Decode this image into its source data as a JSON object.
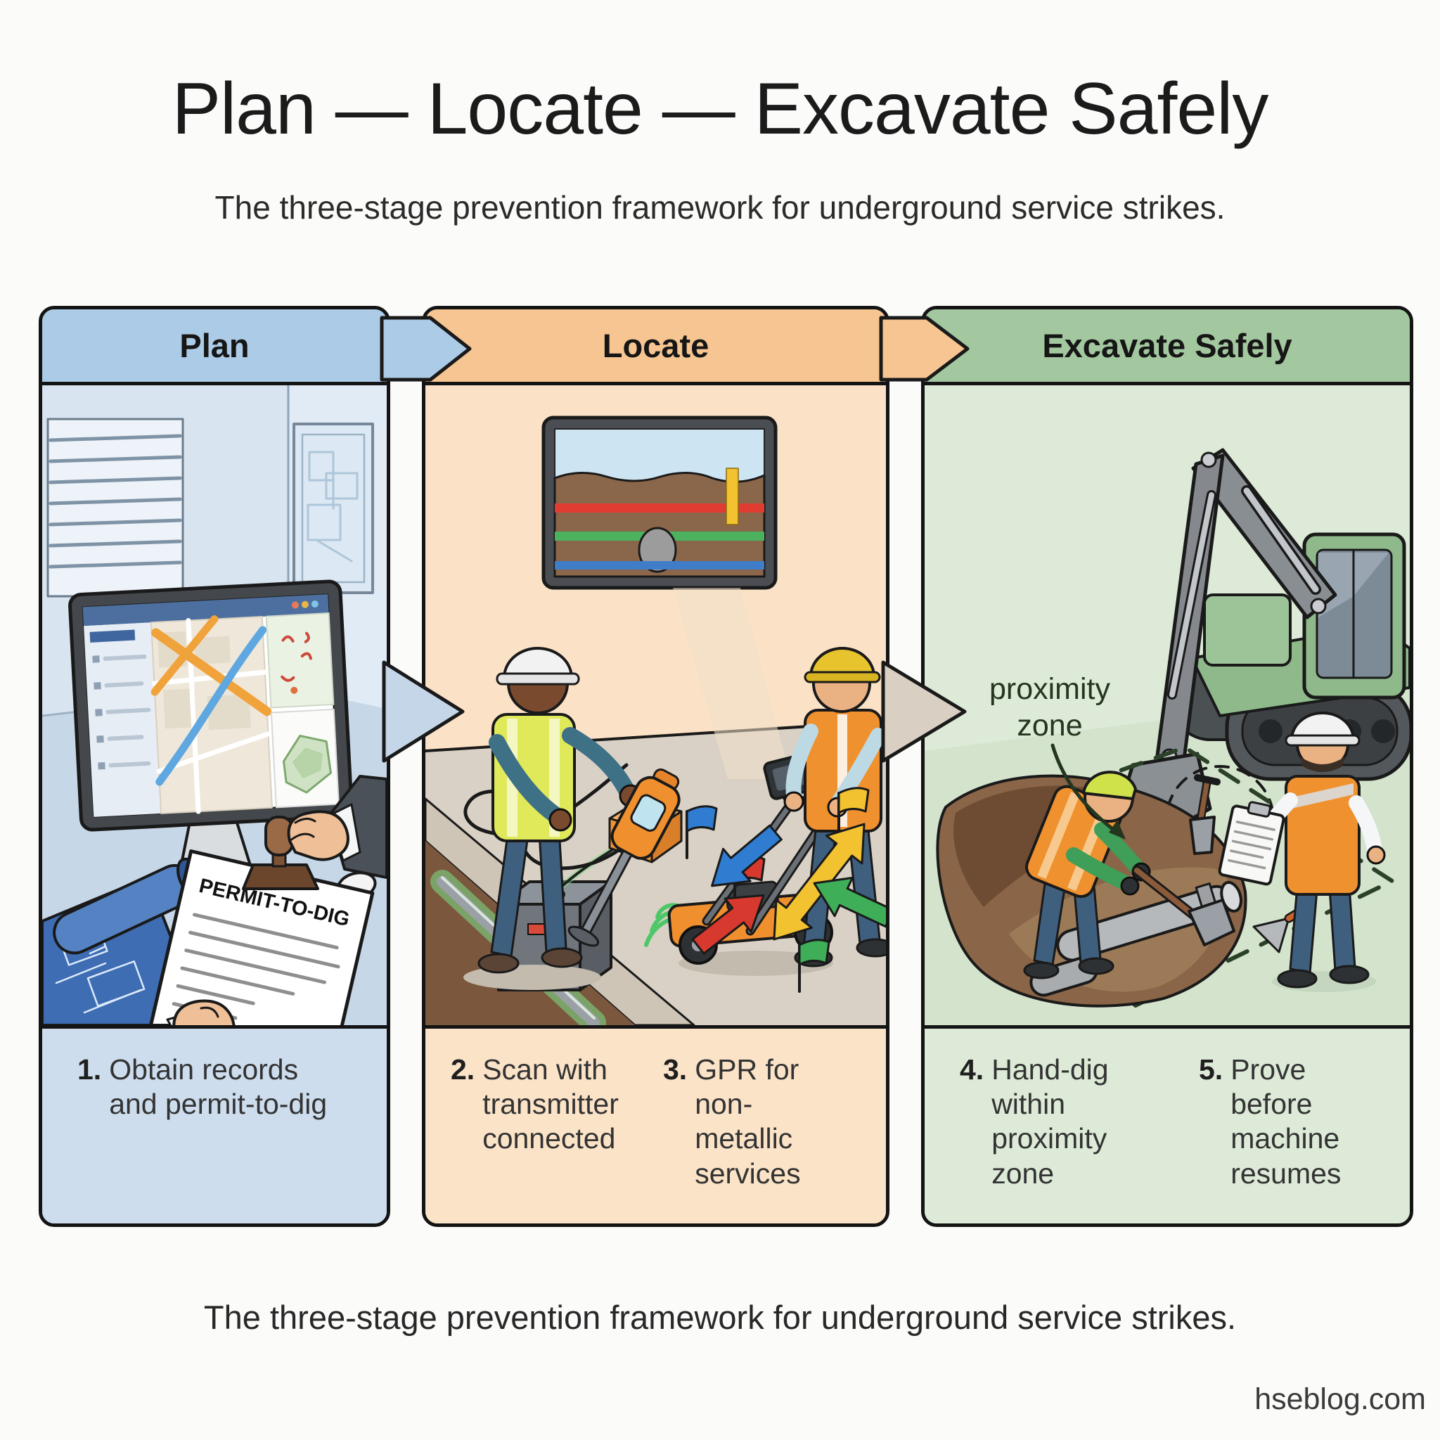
{
  "page": {
    "title": "Plan — Locate — Excavate Safely",
    "subtitle": "The three-stage prevention framework for underground service strikes.",
    "footer_caption": "The three-stage prevention framework for underground service strikes.",
    "watermark": "hseblog.com"
  },
  "panels": [
    {
      "label": "Plan",
      "colors": {
        "header": "#accbe6",
        "body": "#cddded"
      },
      "steps": [
        {
          "num": "1.",
          "text": "Obtain records and permit-to-dig"
        }
      ],
      "illustration": {
        "document_title": "PERMIT-TO-DIG"
      }
    },
    {
      "label": "Locate",
      "colors": {
        "header": "#f6c592",
        "body": "#fbe3c8"
      },
      "steps": [
        {
          "num": "2.",
          "text": "Scan with transmitter connected"
        },
        {
          "num": "3.",
          "text": "GPR for non-metallic services"
        }
      ]
    },
    {
      "label": "Excavate Safely",
      "colors": {
        "header": "#a3c89f",
        "body": "#dcead7"
      },
      "steps": [
        {
          "num": "4.",
          "text": "Hand-dig within proximity zone"
        },
        {
          "num": "5.",
          "text": "Prove before machine resumes"
        }
      ],
      "illustration": {
        "zone_label_lines": [
          "proximity",
          "zone"
        ]
      }
    }
  ]
}
